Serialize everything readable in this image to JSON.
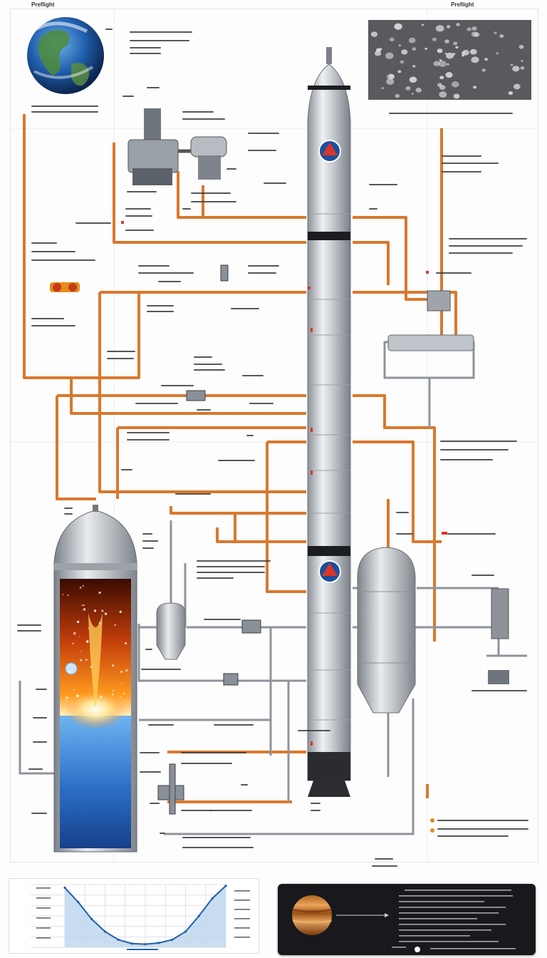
{
  "header": {
    "left_label": "Preflight",
    "right_label": "Preflight"
  },
  "colors": {
    "pipe": "#d9782d",
    "rocket": "#c9ccd1",
    "tank_fire": "#e05512",
    "tank_water": "#2d74c9",
    "dark_panel": "#17191c"
  },
  "icons": [
    "earth-icon",
    "moon-surface-icon",
    "planet-icon",
    "mission-patch-icon",
    "valve-icon"
  ],
  "chart_data": {
    "type": "area",
    "x": [
      0,
      1,
      2,
      3,
      4,
      5,
      6,
      7,
      8,
      9,
      10,
      11,
      12
    ],
    "values": [
      0.95,
      0.72,
      0.45,
      0.25,
      0.12,
      0.06,
      0.05,
      0.07,
      0.12,
      0.25,
      0.5,
      0.78,
      0.98
    ],
    "title": "",
    "xlabel": "",
    "ylabel": "",
    "grid": true,
    "legend_placement": "right"
  }
}
